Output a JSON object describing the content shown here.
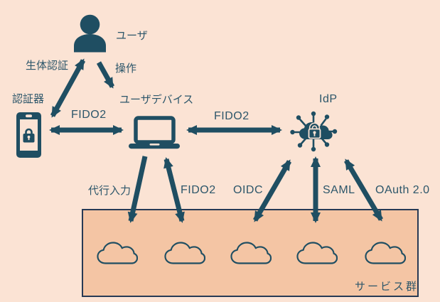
{
  "diagram_type": "architecture-diagram",
  "nodes": {
    "user": "ユーザ",
    "authenticator": "認証器",
    "user_device": "ユーザデバイス",
    "idp": "IdP",
    "services_group": "サービス群"
  },
  "edges": {
    "biometric": "生体認証",
    "operation": "操作",
    "fido2_auth_device": "FIDO2",
    "fido2_device_idp": "FIDO2",
    "proxy_input": "代行入力",
    "fido2_device_service": "FIDO2",
    "oidc": "OIDC",
    "saml": "SAML",
    "oauth": "OAuth 2.0"
  },
  "colors": {
    "background": "#fbe3d4",
    "box_fill": "#f4c5a4",
    "box_border": "#273a55",
    "ink": "#1f4e62",
    "text": "#2c566a"
  }
}
